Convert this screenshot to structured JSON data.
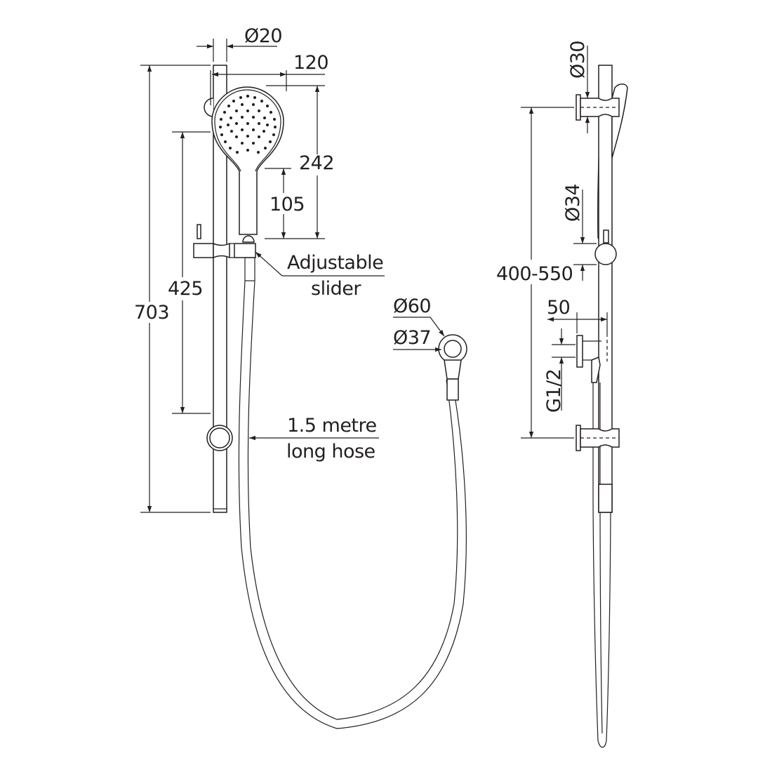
{
  "drawing": {
    "title": "Shower rail set dimension drawing",
    "line_color": "#231f20",
    "background": "#ffffff"
  },
  "front_view": {
    "dimensions": {
      "rail_diameter": "Ø20",
      "head_width": "120",
      "head_length": "242",
      "handle_length": "105",
      "overall_height": "703",
      "bracket_spacing": "425"
    },
    "callouts": {
      "slider_line1": "Adjustable",
      "slider_line2": "slider",
      "hose_line1": "1.5 metre",
      "hose_line2": "long hose"
    }
  },
  "wall_outlet": {
    "outer_diameter": "Ø60",
    "inner_diameter": "Ø37"
  },
  "side_view": {
    "dimensions": {
      "bracket_diameter": "Ø30",
      "slider_diameter": "Ø34",
      "adjustable_range": "400-550",
      "outlet_projection": "50",
      "thread": "G1/2"
    }
  }
}
